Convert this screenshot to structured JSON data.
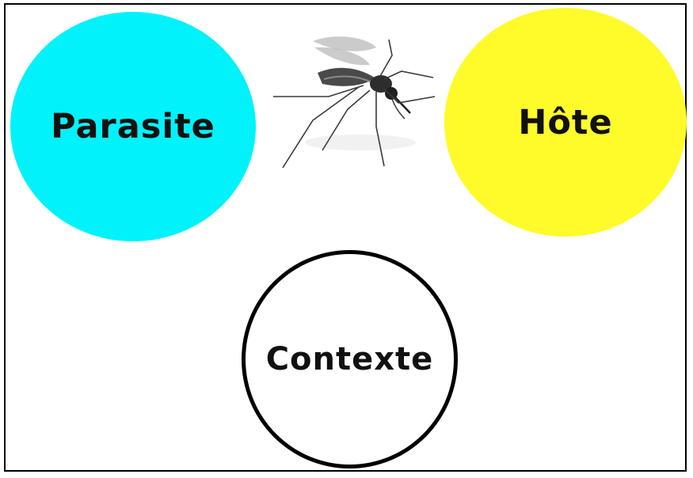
{
  "diagram": {
    "parasite": {
      "label": "Parasite",
      "color": "#00f2fb"
    },
    "host": {
      "label": "Hôte",
      "color": "#fffa2a"
    },
    "context": {
      "label": "Contexte",
      "color": "#ffffff",
      "border_color": "#000000"
    },
    "image": {
      "icon": "mosquito-icon"
    }
  }
}
